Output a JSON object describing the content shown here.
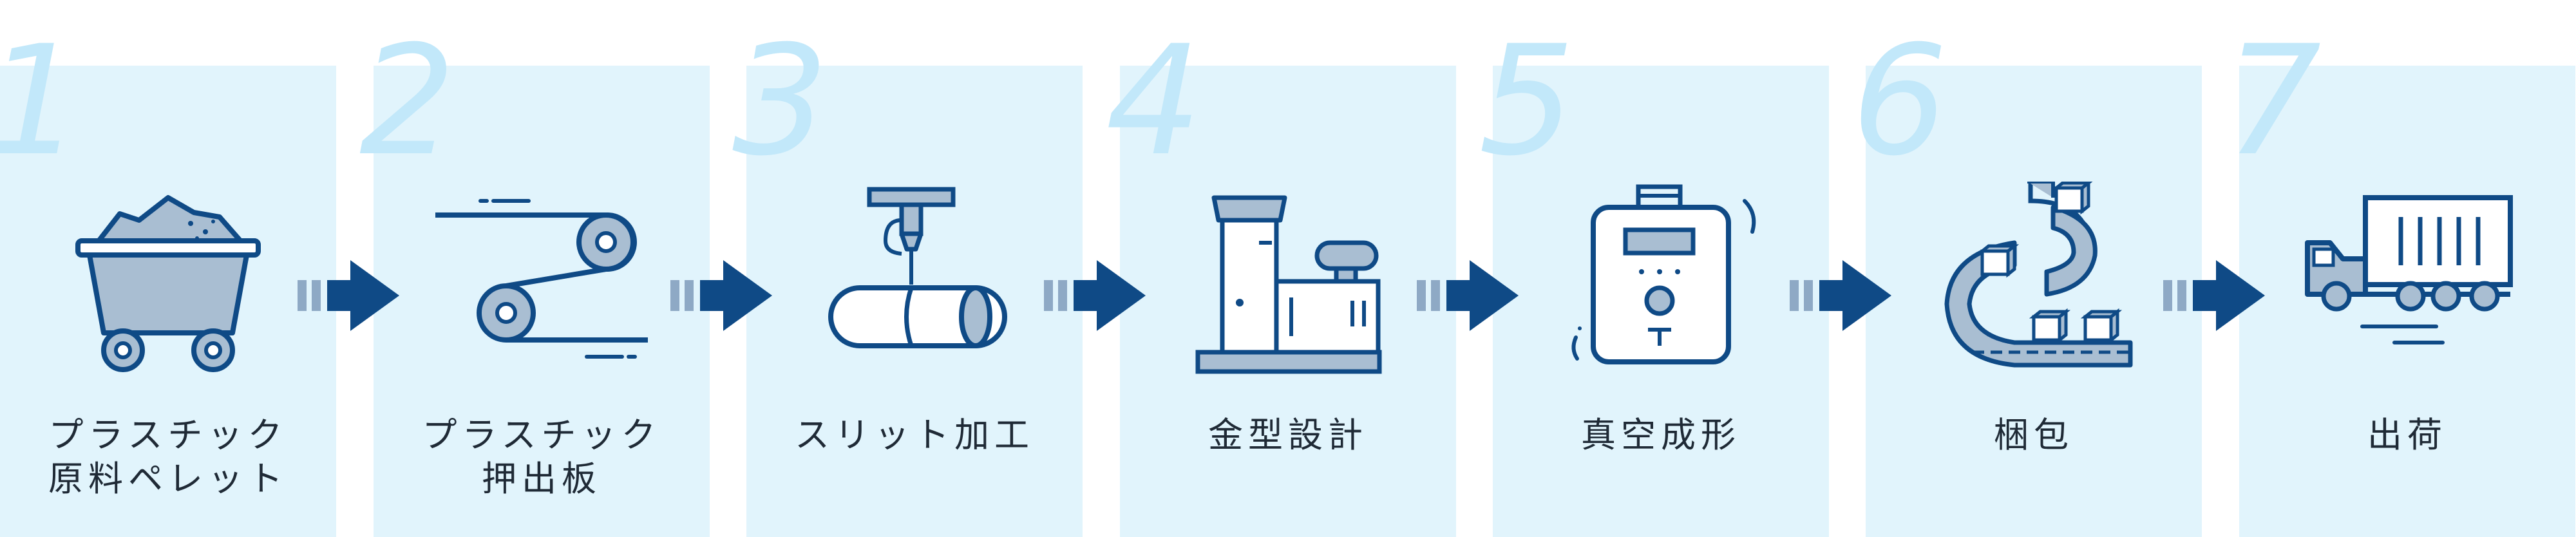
{
  "steps": [
    {
      "number": "1",
      "icon": "ore-cart-icon",
      "lines": [
        "プラスチック",
        "原料ペレット"
      ]
    },
    {
      "number": "2",
      "icon": "roller-sheet-icon",
      "lines": [
        "プラスチック",
        "押出板"
      ]
    },
    {
      "number": "3",
      "icon": "slitter-icon",
      "lines": [
        "スリット加工"
      ]
    },
    {
      "number": "4",
      "icon": "mold-machine-icon",
      "lines": [
        "金型設計"
      ]
    },
    {
      "number": "5",
      "icon": "vacuum-forming-machine-icon",
      "lines": [
        "真空成形"
      ]
    },
    {
      "number": "6",
      "icon": "packing-conveyor-icon",
      "lines": [
        "梱包"
      ]
    },
    {
      "number": "7",
      "icon": "truck-icon",
      "lines": [
        "出荷"
      ]
    }
  ],
  "colors": {
    "panel": "#e1f4fc",
    "number": "#c2e8fa",
    "navy": "#0f4a86",
    "fill": "#a9bed2",
    "arrow_light": "#8ea9c5",
    "text": "#1f2a36"
  }
}
